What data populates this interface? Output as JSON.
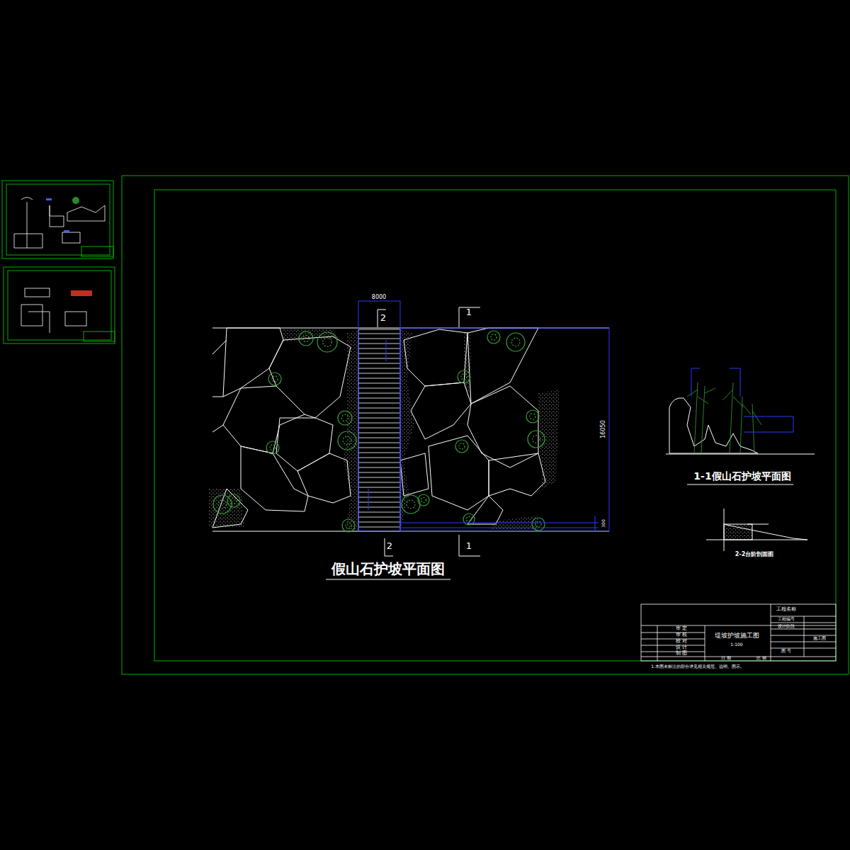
{
  "diagram": {
    "title": "假山石护坡平面图",
    "labels": [
      "8000",
      "16050",
      "2",
      "2",
      "1",
      "1",
      "300",
      "1-1假山石护坡平面图",
      "2-2台阶剖面图",
      "堤坡护坡施工图",
      "1:100",
      "审 定",
      "审 核",
      "校 对",
      "设 计",
      "制 图",
      "日 期",
      "比 例",
      "工程名称",
      "工程编号",
      "设计阶段",
      "施工图",
      "图 号",
      "1.本图未标注的部分详见相关规范、说明、图示。"
    ]
  }
}
